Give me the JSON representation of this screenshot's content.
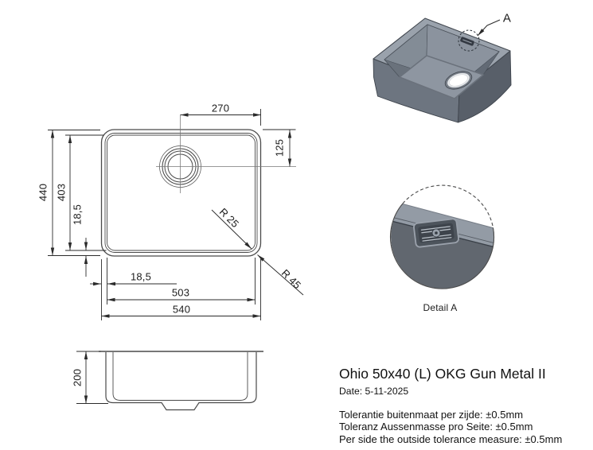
{
  "top_view": {
    "dim_270": "270",
    "dim_125": "125",
    "dim_440": "440",
    "dim_403": "403",
    "dim_rim_vertical": "18,5",
    "dim_rim_horizontal": "18,5",
    "dim_503": "503",
    "dim_540": "540",
    "radius_inner": "R 25",
    "radius_outer": "R 45"
  },
  "side_view": {
    "dim_200": "200"
  },
  "iso_view": {
    "callout": "A"
  },
  "detail_view": {
    "caption": "Detail A"
  },
  "info": {
    "title": "Ohio 50x40 (L) OKG Gun Metal II",
    "date": "Date: 5-11-2025",
    "tolerances": [
      "Tolerantie buitenmaat per zijde: ±0.5mm",
      "Toleranz Aussenmasse pro Seite: ±0.5mm",
      "Per side the outside tolerance measure: ±0.5mm"
    ]
  },
  "colors": {
    "line": "#4a4a4a",
    "dim": "#2b2b2b",
    "rim_top": "#9aa2ac",
    "wall_left": "#6d7580",
    "wall_right": "#585f69",
    "inner_wall_left": "#838c96",
    "inner_wall_right": "#8b939e",
    "inner_near_left": "#6a727c",
    "inner_near_right": "#626a75",
    "floor": "#8e96a1",
    "detail_bg": "#61676f",
    "detail_band": "#939ba5",
    "plate_face": "#4d545c",
    "plate_recess": "#3e444c",
    "plate_stroke": "#9ba2ac",
    "slot_light": "#b9c0c8"
  }
}
